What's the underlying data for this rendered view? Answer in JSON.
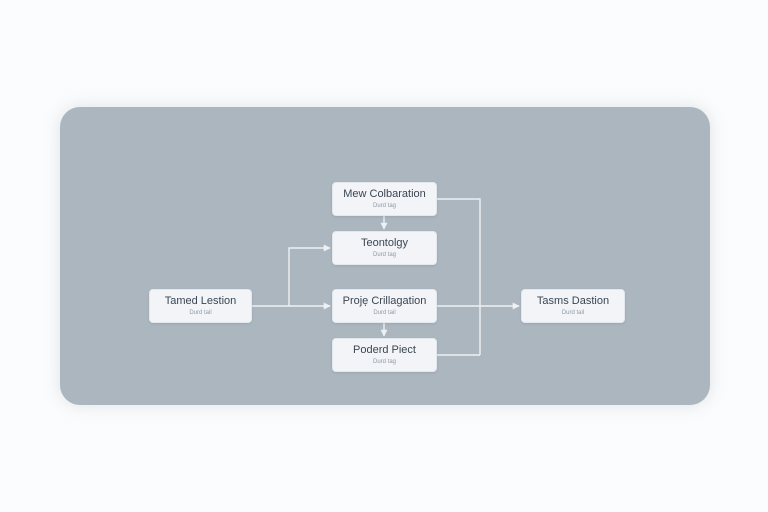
{
  "nodes": {
    "source": {
      "title": "Tamed Lestion",
      "subtitle": "Durd tail"
    },
    "top": {
      "title": "Mew Colbaration",
      "subtitle": "Durd tag"
    },
    "second": {
      "title": "Teontolgy",
      "subtitle": "Durd tag"
    },
    "middle": {
      "title": "Projeͅ Crillagation",
      "subtitle": "Durd tail"
    },
    "bottom": {
      "title": "Poderd Piect",
      "subtitle": "Durd tag"
    },
    "target": {
      "title": "Tasms Dastion",
      "subtitle": "Durd tail"
    }
  },
  "colors": {
    "canvas": "#abb6bf",
    "node_fill": "#f2f4f7",
    "connector": "#eef1f4"
  }
}
